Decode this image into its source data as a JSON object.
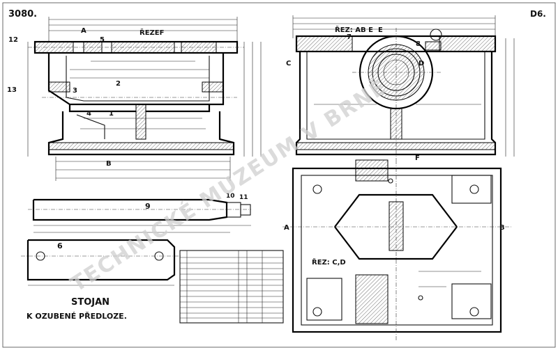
{
  "sheet": {
    "number": "3080.",
    "sheet_code": "D6.",
    "section_refez": "ŘEZEF",
    "section_ab": "ŘEZ: AB E",
    "section_cd": "ŘEZ: C,D",
    "title_line1": "STOJAN",
    "title_line2": "K OZUBENÉ PŘEDLOZE."
  },
  "markers": {
    "A": "A",
    "B": "B",
    "C": "C",
    "D": "D",
    "E": "E",
    "F": "F",
    "n1": "1",
    "n2": "2",
    "n3": "3",
    "n4": "4",
    "n5": "5",
    "n6": "6",
    "n7": "7",
    "n8": "8",
    "n9": "9",
    "n10": "10",
    "n11": "11",
    "n12": "12",
    "n13": "13"
  },
  "watermark": {
    "line1": "TECHNICKÉ MUZEUM V BRNĚ"
  }
}
